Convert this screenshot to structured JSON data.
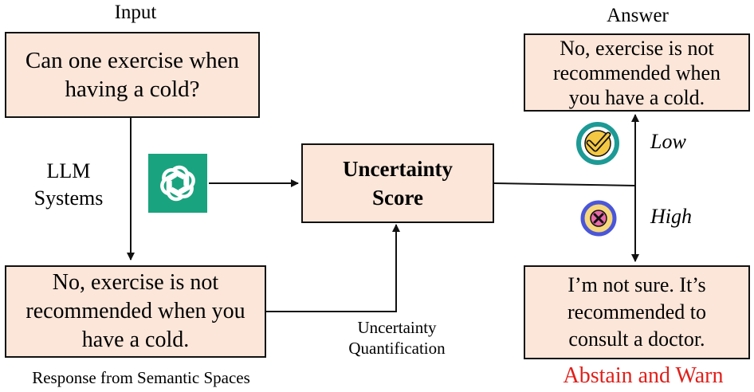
{
  "input_label": "Input",
  "answer_label": "Answer",
  "question": "Can one exercise when having a cold?",
  "llm_label_line1": "LLM",
  "llm_label_line2": "Systems",
  "llm_icon": "openai-logo-icon",
  "response_text": "No, exercise is not recommended when you have a cold.",
  "response_caption": "Response from Semantic Spaces",
  "score_line1": "Uncertainty",
  "score_line2": "Score",
  "uq_line1": "Uncertainty",
  "uq_line2": "Quantification",
  "answer_text": "No, exercise is not recommended when you have a cold.",
  "low_label": "Low",
  "high_label": "High",
  "low_icon": "check-circle-icon",
  "high_icon": "x-circle-icon",
  "abstain_text": "I’m not sure. It’s recommended to consult a doctor.",
  "abstain_caption": "Abstain and Warn",
  "colors": {
    "box_fill": "#fbe6d9",
    "logo_green": "#1aa37f",
    "warn_red": "#e0201b",
    "check_ring": "#1d9a95",
    "x_ring": "#4a56d8"
  }
}
